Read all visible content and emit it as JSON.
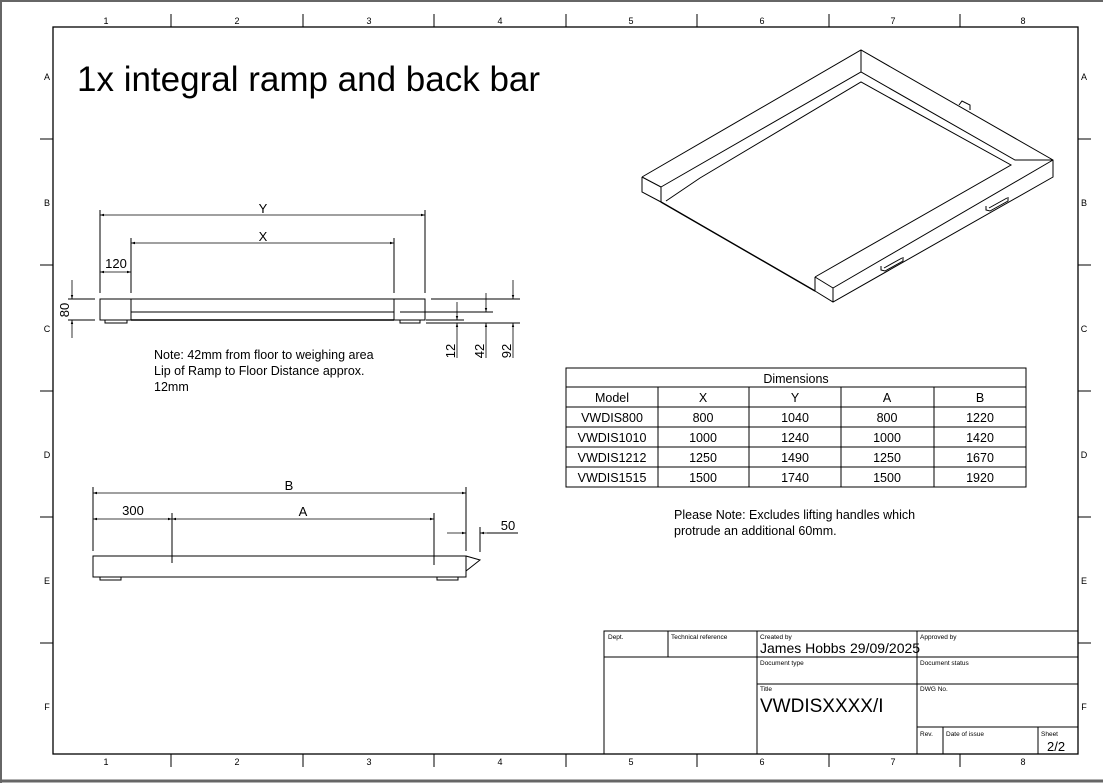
{
  "title": "1x integral ramp and back bar",
  "zones": {
    "columns": [
      "1",
      "2",
      "3",
      "4",
      "5",
      "6",
      "7",
      "8"
    ],
    "rows": [
      "A",
      "B",
      "C",
      "D",
      "E",
      "F"
    ]
  },
  "side_view": {
    "dims": {
      "y": "Y",
      "x": "X",
      "edge": "120",
      "height": "80",
      "floor_lip": "12",
      "floor_weigh": "42",
      "total": "92"
    },
    "note": [
      "Note: 42mm from floor to weighing area",
      "Lip of Ramp to Floor Distance approx.",
      "12mm"
    ]
  },
  "end_view": {
    "dims": {
      "b": "B",
      "a": "A",
      "offset": "300",
      "ramp": "50"
    }
  },
  "dimensions_table": {
    "title": "Dimensions",
    "headers": [
      "Model",
      "X",
      "Y",
      "A",
      "B"
    ],
    "rows": [
      [
        "VWDIS800",
        "800",
        "1040",
        "800",
        "1220"
      ],
      [
        "VWDIS1010",
        "1000",
        "1240",
        "1000",
        "1420"
      ],
      [
        "VWDIS1212",
        "1250",
        "1490",
        "1250",
        "1670"
      ],
      [
        "VWDIS1515",
        "1500",
        "1740",
        "1500",
        "1920"
      ]
    ]
  },
  "handles_note": [
    "Please Note: Excludes lifting handles which",
    "protrude an additional 60mm."
  ],
  "title_block": {
    "dept_label": "Dept.",
    "tech_ref_label": "Technical reference",
    "created_by_label": "Created by",
    "created_by": "James Hobbs",
    "created_date": "29/09/2025",
    "approved_by_label": "Approved by",
    "doc_type_label": "Document type",
    "doc_status_label": "Document status",
    "title_label": "Title",
    "title_value": "VWDISXXXX/I",
    "dwg_no_label": "DWG No.",
    "rev_label": "Rev.",
    "date_issue_label": "Date of issue",
    "sheet_label": "Sheet",
    "sheet_value": "2/2"
  }
}
